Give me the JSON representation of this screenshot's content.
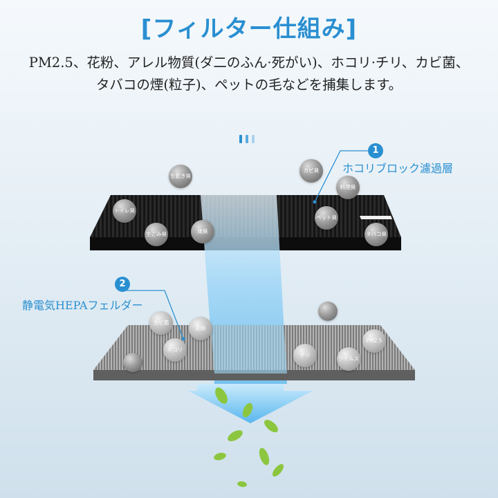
{
  "title": "[フィルター仕組み]",
  "description_lines": [
    "PM2.5、花粉、アレル物質(ダ二のふん·死がい)、ホコリ·チリ、カビ菌、",
    "タバコの煙(粒子)、ペットの毛などを捕集します。"
  ],
  "callouts": [
    {
      "number": "1",
      "label": "ホコリブロック濾過層"
    },
    {
      "number": "2",
      "label": "静電気HEPAフェルダー"
    }
  ],
  "top_layer_particles": [
    "生乾き臭",
    "カビ臭",
    "料理臭",
    "トイレ臭",
    "ペット臭",
    "生ごみ臭",
    "体臭",
    "タバコ臭"
  ],
  "bottom_layer_particles": [
    "カビ菌",
    "花粉",
    "ホコリ",
    "チリ",
    "PM2.5",
    "ウイルス"
  ],
  "colors": {
    "accent": "#2a8fd1",
    "airflow": "#6fc3f0",
    "top_layer": "#1e1e1e",
    "bottom_layer": "#8c8c8c",
    "leaf": "#8cc63f"
  },
  "icons": [
    "progress-dots-icon",
    "airflow-arrow-icon",
    "leaf-icon"
  ]
}
